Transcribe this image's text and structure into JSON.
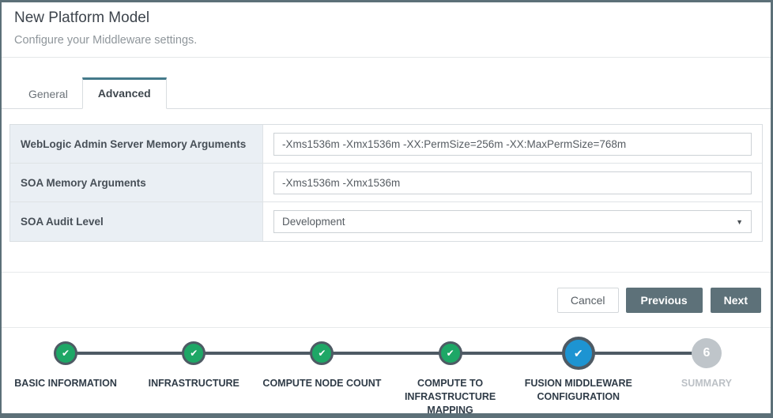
{
  "header": {
    "title": "New Platform Model",
    "subtitle": "Configure your Middleware settings."
  },
  "tabs": {
    "general": "General",
    "advanced": "Advanced"
  },
  "form": {
    "rows": [
      {
        "label": "WebLogic Admin Server Memory Arguments",
        "type": "text",
        "value": "-Xms1536m -Xmx1536m -XX:PermSize=256m -XX:MaxPermSize=768m"
      },
      {
        "label": "SOA Memory Arguments",
        "type": "text",
        "value": "-Xms1536m -Xmx1536m"
      },
      {
        "label": "SOA Audit Level",
        "type": "select",
        "value": "Development"
      }
    ]
  },
  "actions": {
    "cancel": "Cancel",
    "previous": "Previous",
    "next": "Next"
  },
  "stepper": {
    "steps": [
      {
        "label": "BASIC INFORMATION",
        "state": "done"
      },
      {
        "label": "INFRASTRUCTURE",
        "state": "done"
      },
      {
        "label": "COMPUTE NODE COUNT",
        "state": "done"
      },
      {
        "label": "COMPUTE TO INFRASTRUCTURE MAPPING",
        "state": "done"
      },
      {
        "label": "FUSION MIDDLEWARE CONFIGURATION",
        "state": "current"
      },
      {
        "label": "SUMMARY",
        "state": "upcoming",
        "number": "6"
      }
    ]
  },
  "icons": {
    "check": "✔",
    "caret_down": "▼"
  },
  "colors": {
    "frame_slate": "#5c7078",
    "tab_accent_teal": "#44798a",
    "label_cell_bg": "#eaeff4",
    "button_slate": "#5d7179",
    "step_done_green": "#1ea766",
    "step_current_blue": "#1d94d2",
    "step_ring_slate": "#4e5a64",
    "step_upcoming_gray": "#bfc5ca"
  }
}
